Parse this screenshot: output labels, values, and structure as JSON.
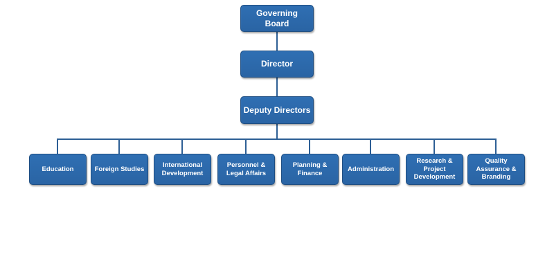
{
  "chart": {
    "top": {
      "board": "Governing\nBoard",
      "director": "Director",
      "deputy": "Deputy Directors"
    },
    "departments": [
      "Education",
      "Foreign Studies",
      "International\nDevelopment",
      "Personnel &\nLegal Affairs",
      "Planning &\nFinance",
      "Administration",
      "Research &\nProject\nDevelopment",
      "Quality\nAssurance &\nBranding"
    ]
  },
  "colors": {
    "node_fill": "#2d6aac",
    "node_border": "#1f4e82",
    "connector": "#2d5f95",
    "text": "#ffffff"
  }
}
